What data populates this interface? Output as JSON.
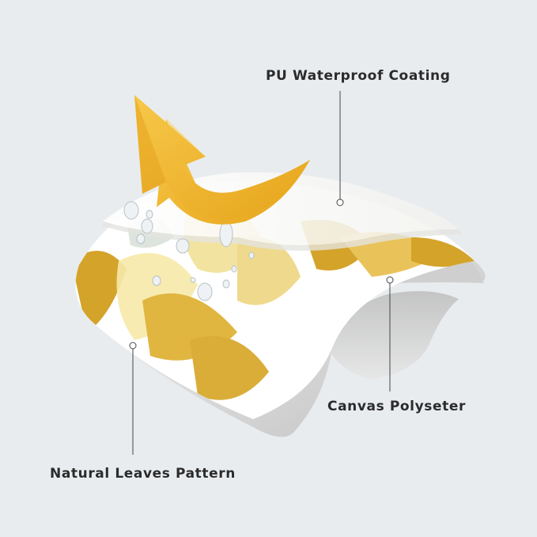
{
  "labels": {
    "coating": "PU Waterproof Coating",
    "base": "Canvas Polyseter",
    "pattern": "Natural Leaves Pattern"
  },
  "colors": {
    "background": "#e9ecef",
    "arrow": "#f2b825",
    "pattern_gold": "#d4a32a",
    "pattern_light": "#f6e9a8",
    "coating_white": "#f7f7f4",
    "canvas_grey": "#dcdcdc",
    "text": "#2b2b2b"
  },
  "icons": {
    "arrow": "curved-arrow-up-left",
    "droplets": "water-droplets"
  }
}
